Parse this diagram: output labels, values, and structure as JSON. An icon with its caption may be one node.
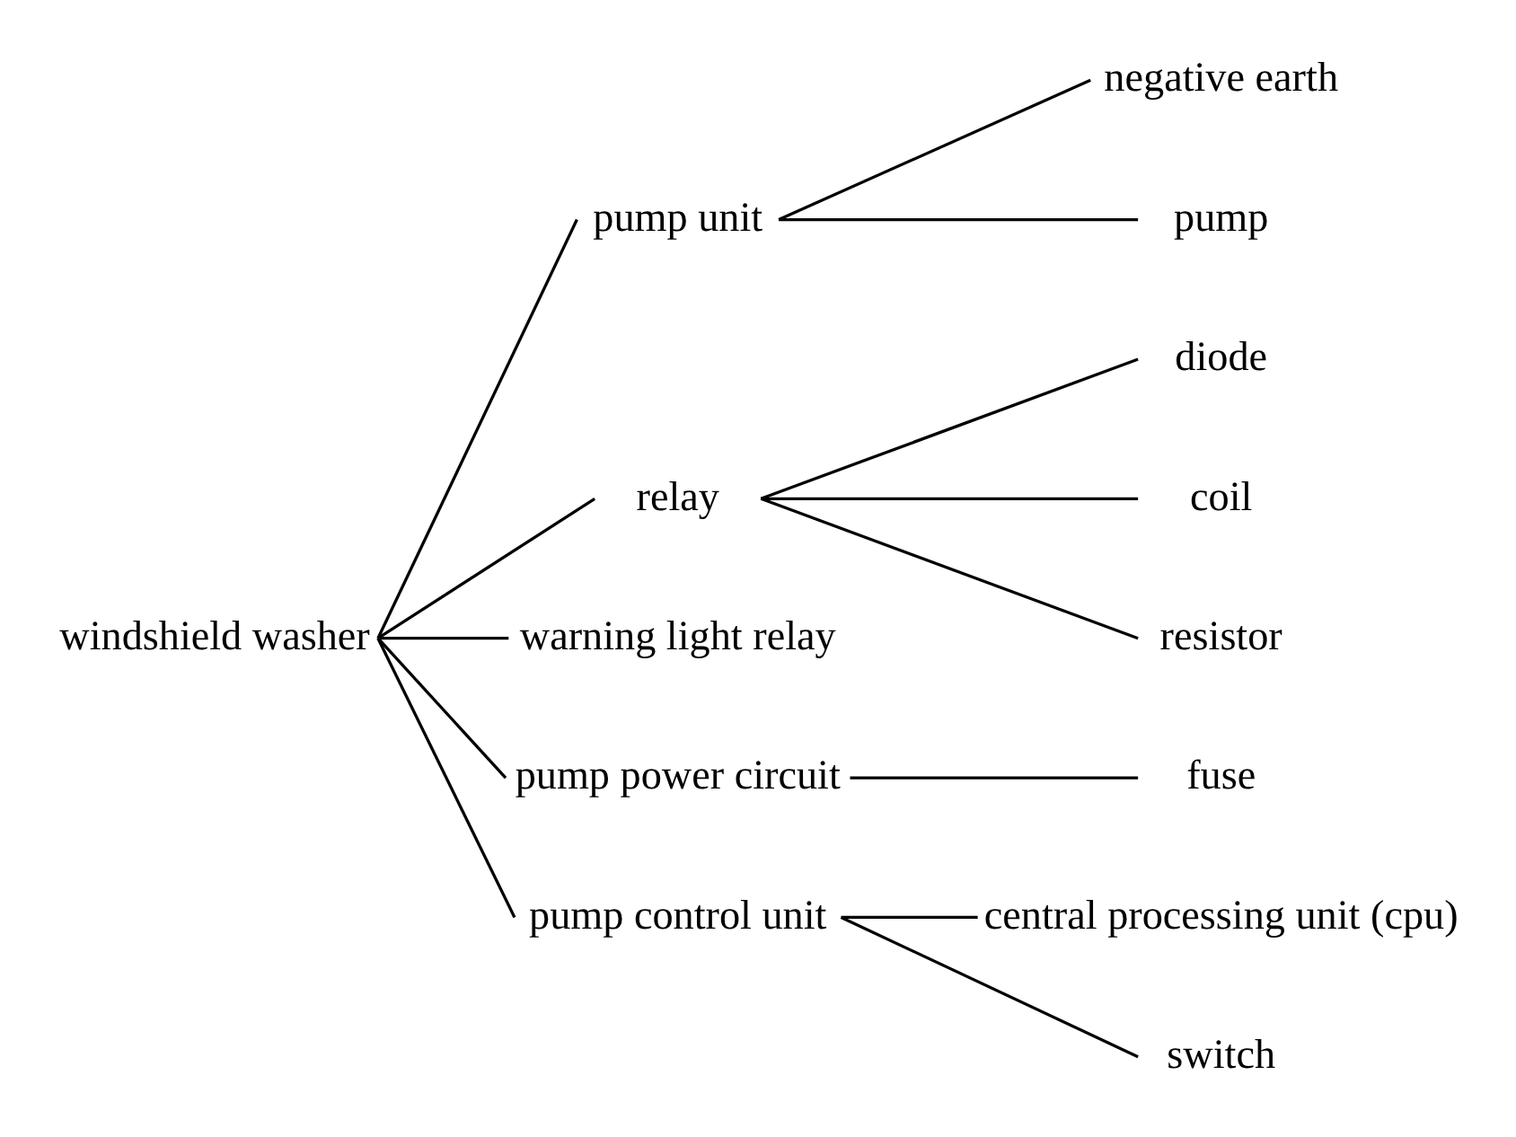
{
  "diagram": {
    "nodes": [
      {
        "text": [
          "windshield washer"
        ]
      },
      {
        "text": [
          "pump unit"
        ]
      },
      {
        "text": [
          "negative earth"
        ]
      },
      {
        "text": [
          "pump"
        ]
      },
      {
        "text": [
          "relay"
        ]
      },
      {
        "text": [
          "diode"
        ]
      },
      {
        "text": [
          "coil"
        ]
      },
      {
        "text": [
          "resistor"
        ]
      },
      {
        "text": [
          "warning light relay"
        ]
      },
      {
        "text": [
          "pump power circuit"
        ]
      },
      {
        "text": [
          "fuse"
        ]
      },
      {
        "text": [
          "pump control unit"
        ]
      },
      {
        "text": [
          "central processing unit (cpu)"
        ]
      },
      {
        "text": [
          "switch"
        ]
      }
    ],
    "edges": [
      {
        "from": 0,
        "to": 1,
        "arrow": "none"
      },
      {
        "from": 0,
        "to": 4,
        "arrow": "none"
      },
      {
        "from": 0,
        "to": 8,
        "arrow": "none"
      },
      {
        "from": 0,
        "to": 9,
        "arrow": "none"
      },
      {
        "from": 0,
        "to": 11,
        "arrow": "none"
      },
      {
        "from": 1,
        "to": 2,
        "arrow": "none"
      },
      {
        "from": 1,
        "to": 3,
        "arrow": "none"
      },
      {
        "from": 4,
        "to": 5,
        "arrow": "none"
      },
      {
        "from": 4,
        "to": 6,
        "arrow": "none"
      },
      {
        "from": 4,
        "to": 7,
        "arrow": "none"
      },
      {
        "from": 9,
        "to": 10,
        "arrow": "none"
      },
      {
        "from": 11,
        "to": 12,
        "arrow": "none"
      },
      {
        "from": 11,
        "to": 13,
        "arrow": "none"
      }
    ]
  }
}
